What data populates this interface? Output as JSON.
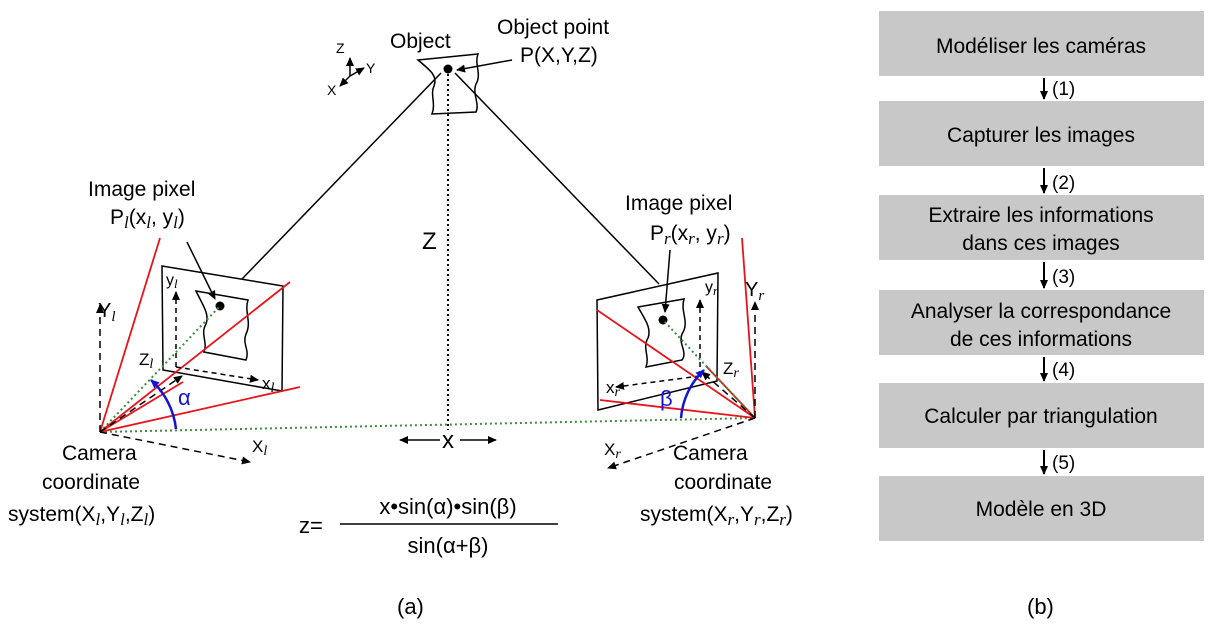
{
  "panel_a": {
    "caption": "(a)",
    "axes_small": {
      "z": "Z",
      "y": "Y",
      "x": "X"
    },
    "object_label": "Object",
    "object_point": {
      "line1": "Object point",
      "line2": "P(X,Y,Z)"
    },
    "depth_label": "Z",
    "baseline_label": "x",
    "left_pixel": {
      "line1": "Image pixel",
      "p": "P",
      "sub": "l",
      "open": "(x",
      "mid": ", y",
      "close": ")"
    },
    "right_pixel": {
      "line1": "Image pixel",
      "p": "P",
      "sub": "r",
      "open": "(x",
      "mid": ", y",
      "close": ")"
    },
    "left_axes": {
      "Y": "Y",
      "y": "y",
      "Z": "Z",
      "x": "x",
      "X": "X",
      "sub": "l"
    },
    "right_axes": {
      "Y": "Y",
      "y": "y",
      "Z": "Z",
      "x": "x",
      "X": "X",
      "sub": "r"
    },
    "alpha": "α",
    "beta": "β",
    "left_camera": {
      "line1": "Camera",
      "line2": "coordinate",
      "line3_a": "system(X",
      "line3_b": ",Y",
      "line3_c": ",Z",
      "line3_d": ")",
      "sub": "l"
    },
    "right_camera": {
      "line1": "Camera",
      "line2": "coordinate",
      "line3_a": "system(X",
      "line3_b": ",Y",
      "line3_c": ",Z",
      "line3_d": ")",
      "sub": "r"
    },
    "formula": {
      "lhs": "z=",
      "numerator": "x•sin(α)•sin(β)",
      "denominator": "sin(α+β)"
    }
  },
  "panel_b": {
    "caption": "(b)",
    "steps": [
      {
        "lines": [
          "Modéliser les caméras"
        ]
      },
      {
        "lines": [
          "Capturer les images"
        ]
      },
      {
        "lines": [
          "Extraire les informations",
          "dans ces images"
        ]
      },
      {
        "lines": [
          "Analyser la correspondance",
          "de ces informations"
        ]
      },
      {
        "lines": [
          "Calculer par triangulation"
        ]
      },
      {
        "lines": [
          "Modèle en 3D"
        ]
      }
    ],
    "arrow_labels": [
      "(1)",
      "(2)",
      "(3)",
      "(4)",
      "(5)"
    ]
  },
  "colors": {
    "box_fill": "#c8c8c8",
    "ray_red": "#e8141c",
    "angle_blue": "#1414d2",
    "dotted_green": "#3c8c3c"
  }
}
